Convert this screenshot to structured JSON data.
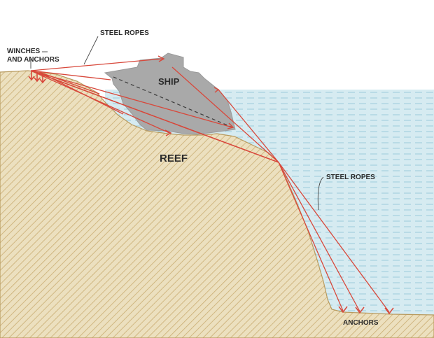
{
  "labels": {
    "steel_ropes_top": "STEEL ROPES",
    "winches_line1": "WINCHES",
    "winches_line2": "AND ANCHORS",
    "ship": "SHIP",
    "reef": "REEF",
    "steel_ropes_right": "STEEL ROPES",
    "anchors": "ANCHORS"
  },
  "colors": {
    "water": "#d6ebf1",
    "water_lines": "#9ccbdb",
    "reef_fill": "#ece0bf",
    "reef_hatch": "#c9ad72",
    "reef_edge": "#b89a5e",
    "ship": "#a9a9a9",
    "rope": "#d8483b",
    "leader": "#444444"
  },
  "icons": [
    "anchor-arrow-icon",
    "winch-icon"
  ]
}
